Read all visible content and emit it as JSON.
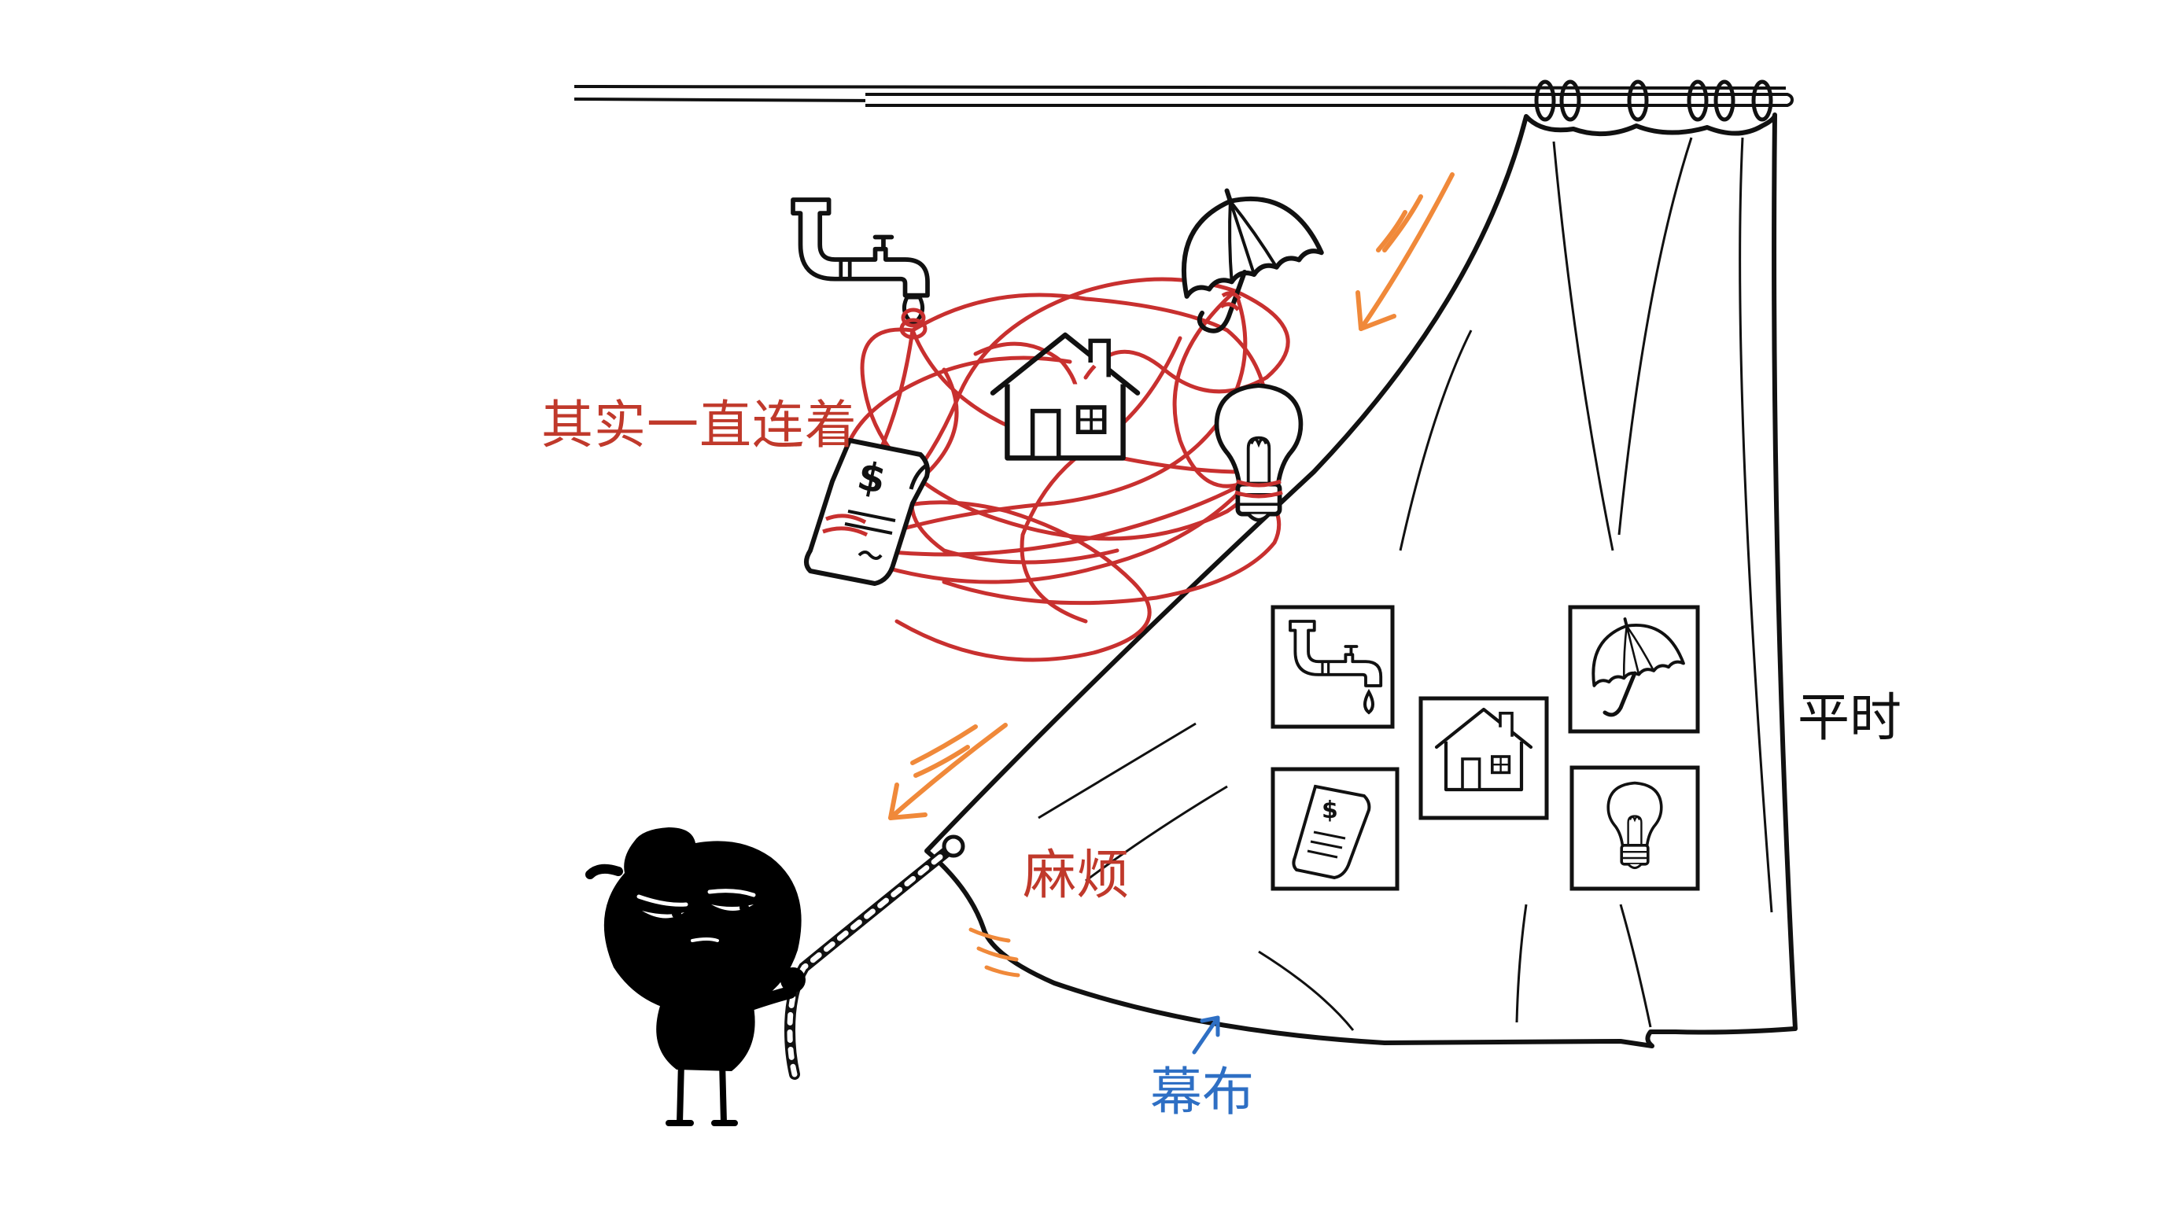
{
  "labels": {
    "connected": "其实一直连着",
    "trouble": "麻烦",
    "normal": "平时",
    "curtain": "幕布"
  },
  "icons": {
    "top": [
      "faucet-icon",
      "umbrella-icon",
      "house-icon",
      "lightbulb-icon",
      "bill-icon"
    ],
    "curtain_grid": [
      "faucet-icon",
      "umbrella-icon",
      "house-icon",
      "bill-icon",
      "lightbulb-icon"
    ],
    "bill_symbol": "$"
  },
  "colors": {
    "ink": "#111111",
    "string": "#c8302f",
    "red_label": "#c0392b",
    "arrow": "#f0893a",
    "blue_label": "#2e6fc4",
    "background": "#ffffff"
  }
}
